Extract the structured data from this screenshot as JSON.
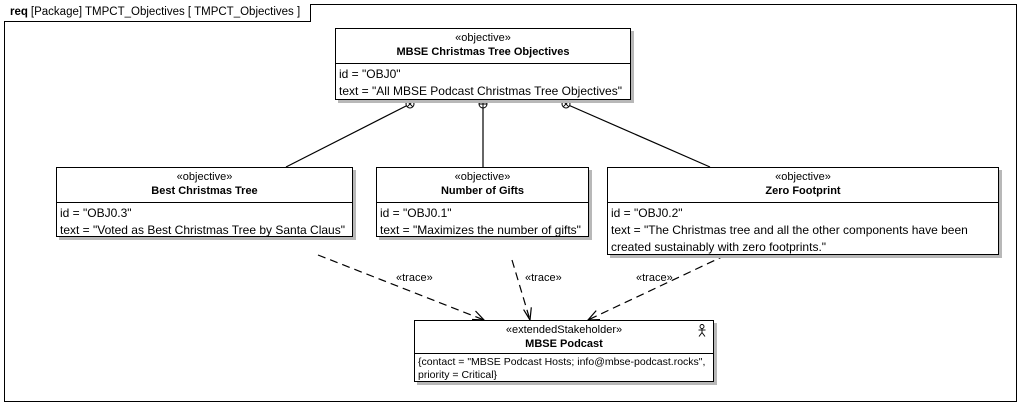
{
  "frame": {
    "kind": "req",
    "label": "[Package] TMPCT_Objectives [ TMPCT_Objectives ]"
  },
  "root": {
    "stereotype": "«objective»",
    "name": "MBSE Christmas Tree Objectives",
    "id_line": "id = \"OBJ0\"",
    "text_line": "text = \"All MBSE Podcast Christmas Tree Objectives\""
  },
  "objectives": [
    {
      "stereotype": "«objective»",
      "name": "Best Christmas Tree",
      "id_line": "id = \"OBJ0.3\"",
      "text_line": "text = \"Voted as Best Christmas Tree by Santa Claus\""
    },
    {
      "stereotype": "«objective»",
      "name": "Number of Gifts",
      "id_line": "id = \"OBJ0.1\"",
      "text_line": "text = \"Maximizes the number of gifts\""
    },
    {
      "stereotype": "«objective»",
      "name": "Zero Footprint",
      "id_line": "id = \"OBJ0.2\"",
      "text_line": "text = \"The Christmas tree and all the other components have been created sustainably with zero footprints.\""
    }
  ],
  "stakeholder": {
    "stereotype": "«extendedStakeholder»",
    "name": "MBSE Podcast",
    "props_line1": "{contact = \"MBSE Podcast Hosts; info@mbse-podcast.rocks\",",
    "props_line2": "priority = Critical}",
    "icon": "actor-icon"
  },
  "traces": [
    {
      "label": "«trace»"
    },
    {
      "label": "«trace»"
    },
    {
      "label": "«trace»"
    }
  ]
}
